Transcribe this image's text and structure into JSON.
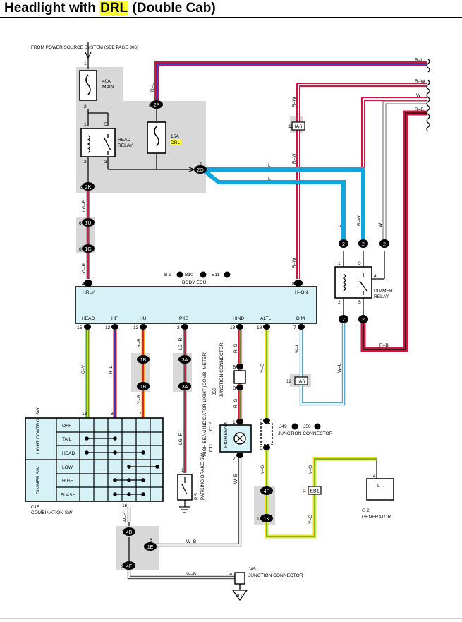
{
  "title": {
    "prefix": "Headlight with ",
    "highlight": "DRL",
    "suffix": " (Double Cab)"
  },
  "source_note": "FROM POWER SOURCE SYSTEM (SEE PAGE 306)",
  "fuses": {
    "main": {
      "rating": "40A",
      "name": "MAIN",
      "pin_top": "1",
      "pin_bottom": "2"
    },
    "drl": {
      "rating": "15A",
      "name": "DRL"
    }
  },
  "head_relay": {
    "label1": "HEAD",
    "label2": "RELAY",
    "pins": [
      "1",
      "5",
      "2",
      "3"
    ]
  },
  "connectors": {
    "c2P": "2P",
    "c2O": "2O",
    "c2K": "2K",
    "c1U": "1U",
    "c1G": "1G",
    "c1B": "1B",
    "c3A": "3A",
    "c4P": "4P",
    "c1K": "1K",
    "c4B": "4B",
    "c1E": "1E",
    "c4F": "4F",
    "cIA6a": "IA6",
    "cIA6b": "IA6",
    "cEB1": "EB1"
  },
  "pin_numbers": {
    "p8": "8",
    "p6": "6",
    "p1": "1",
    "p11": "11",
    "p12": "12",
    "p5": "5",
    "p2": "2",
    "p7": "7",
    "p16": "16",
    "p9": "9",
    "pA": "A"
  },
  "wire_colors": {
    "RL": "R–L",
    "RW": "R–W",
    "W": "W",
    "RB": "R–B",
    "L": "L",
    "LGR": "LG–R",
    "GY": "G–Y",
    "YR": "Y–R",
    "RG": "R–G",
    "YG": "Y–G",
    "WL": "W–L",
    "WB": "W–B"
  },
  "body_ecu": {
    "name": "BODY ECU",
    "refs": [
      "B 9",
      "B10",
      "B11"
    ],
    "terminals_top": {
      "hrly": "HRLY",
      "hon": "H–ON"
    },
    "top_pins": {
      "hrly": "4",
      "hon": "8"
    },
    "terminals_bottom": [
      "HEAD",
      "HF",
      "HU",
      "PKB",
      "HIND",
      "ALTL",
      "DIM"
    ],
    "bottom_pins": [
      "15",
      "12",
      "13",
      "3",
      "18",
      "18",
      "7"
    ]
  },
  "dimmer_relay": {
    "label1": "DIMMER",
    "label2": "RELAY",
    "pins": [
      "1",
      "3",
      "4",
      "2",
      "5"
    ]
  },
  "combination_sw": {
    "ref": "C15",
    "name": "COMBINATION SW",
    "group1": "LIGHT CONTROL SW",
    "group2": "DIMMER SW",
    "rows": [
      "OFF",
      "TAIL",
      "HEAD",
      "LOW",
      "HIGH",
      "FLASH"
    ],
    "pins_top": [
      "13",
      "8",
      "7"
    ],
    "pin_bottom": "16"
  },
  "junction_connector_j50": {
    "ref": "J50",
    "name": "JUNCTION CONNECTOR",
    "pins": [
      "B",
      "B"
    ]
  },
  "parking_brake_sw": {
    "ref": "P 5",
    "name": "PARKING BRAKE SW",
    "pin": "1"
  },
  "high_beam_indicator": {
    "refs": [
      "C11",
      "C12"
    ],
    "name": "HIGH BEAM INDICATOR LIGHT (COMB. METER)",
    "inner": "HIGH BEAM",
    "pins": [
      "1",
      "7"
    ]
  },
  "junction_connector_j49": {
    "refs": [
      "J49",
      "J50"
    ],
    "name": "JUNCTION CONNECTOR",
    "pins": [
      "E",
      "D"
    ]
  },
  "generator": {
    "ref": "G 2",
    "name": "GENERATOR",
    "terminal": "L",
    "pin": "4"
  },
  "junction_connector_j45": {
    "ref": "J45",
    "name": "JUNCTION CONNECTOR",
    "ground": "IO"
  }
}
